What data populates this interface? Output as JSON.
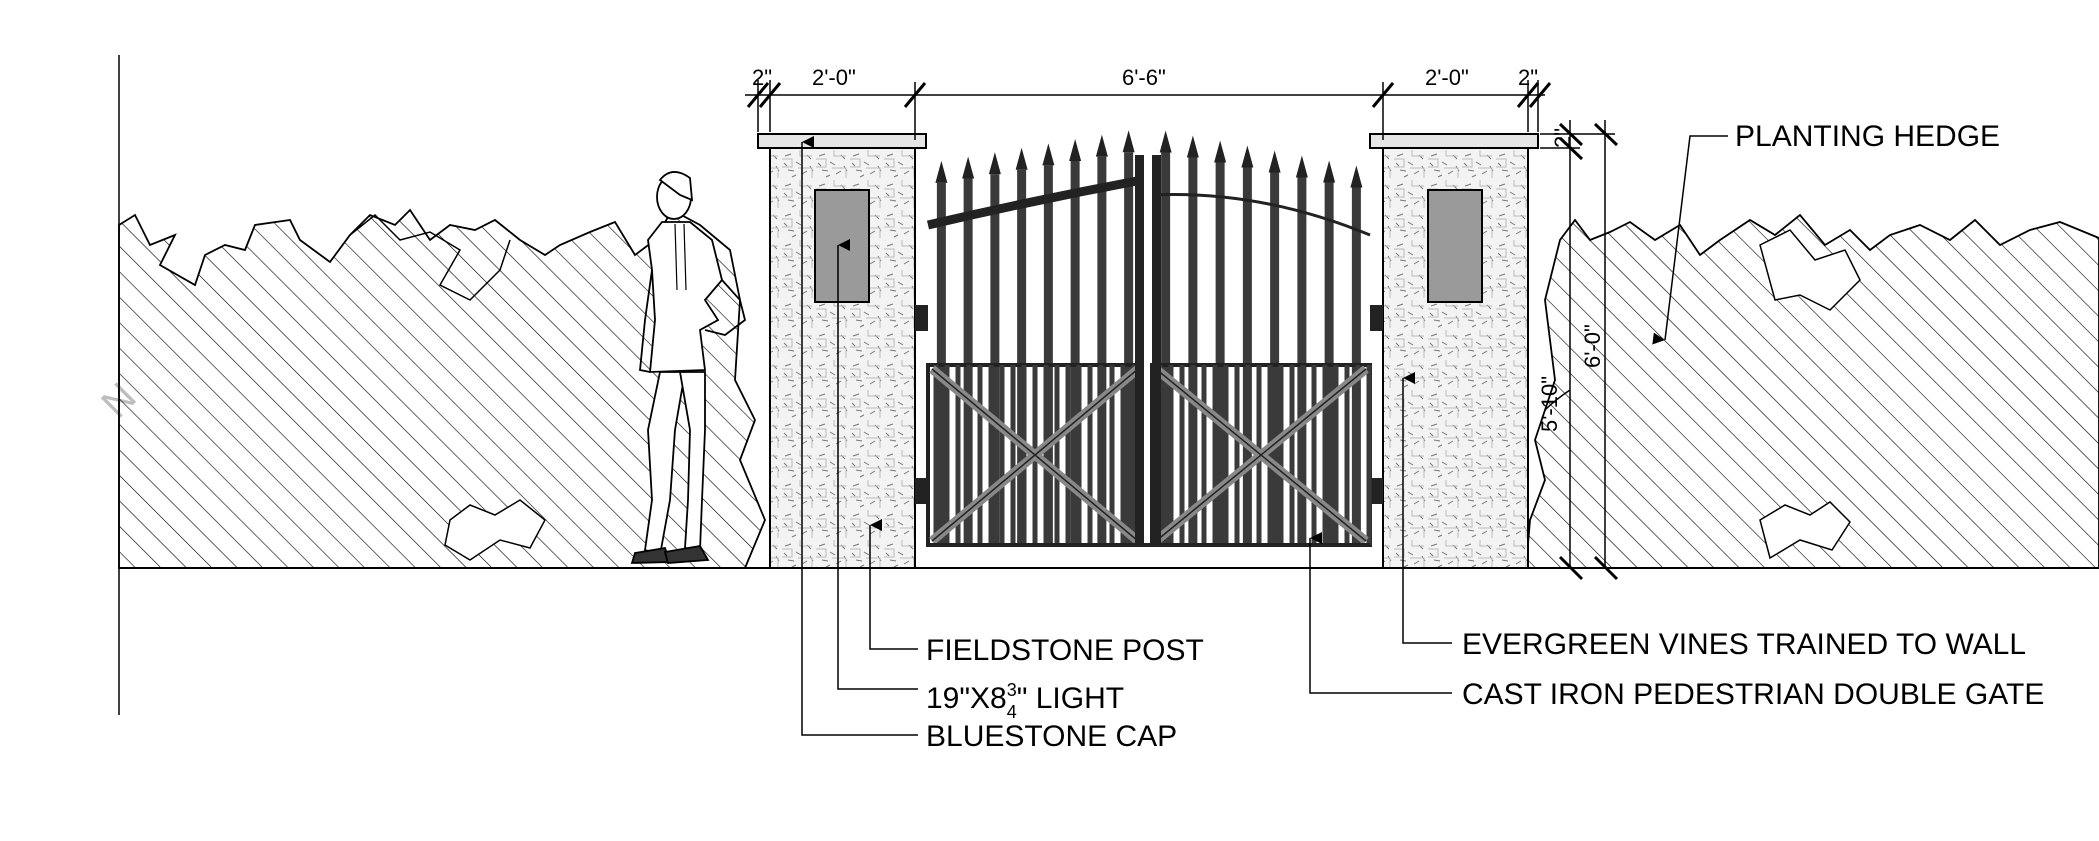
{
  "dimensions": {
    "left_edge": "2\"",
    "left_post": "2'-0\"",
    "gate_width": "6'-6\"",
    "right_post": "2'-0\"",
    "right_edge": "2\"",
    "cap_height": "2\"",
    "post_height": "6'-0\"",
    "hedge_height": "5'-10\""
  },
  "labels": {
    "planting_hedge": "PLANTING HEDGE",
    "fieldstone_post": "FIELDSTONE POST",
    "light_prefix": "19\"X8",
    "light_frac_num": "3",
    "light_frac_den": "4",
    "light_suffix": "\" LIGHT",
    "bluestone_cap": "BLUESTONE CAP",
    "evergreen_vines": "EVERGREEN VINES TRAINED TO WALL",
    "cast_iron_gate": "CAST IRON PEDESTRIAN DOUBLE GATE"
  },
  "watermark": "N",
  "colors": {
    "line": "#000000",
    "light_fixture": "#9a9a9a",
    "stone": "#d9d9d9",
    "gate_bar": "#3a3a3a"
  }
}
